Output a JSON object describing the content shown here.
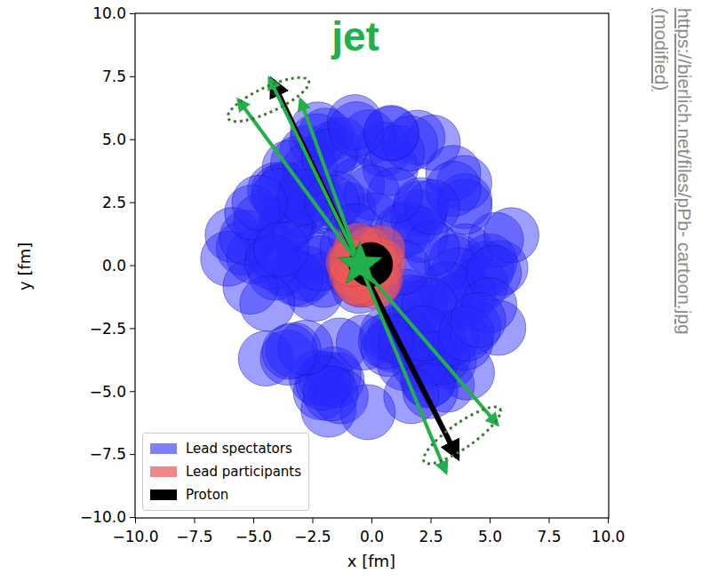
{
  "diagram": {
    "labels": [
      "jet",
      "10.0",
      "7.5",
      "5.0",
      "2.5",
      "0.0",
      "−2.5",
      "−5.0",
      "−7.5",
      "−10.0",
      "−10.0",
      "−7.5",
      "−5.0",
      "−2.5",
      "0.0",
      "2.5",
      "5.0",
      "7.5",
      "10.0",
      "x [fm]",
      "y [fm]",
      "https://bierlich.net/files/pPb- cartoon.jpg (modified)"
    ],
    "legend": [
      {
        "text": "Lead spectators",
        "color": "#7f7fff"
      },
      {
        "text": "Lead participants",
        "color": "#ee8888"
      },
      {
        "text": "Proton",
        "color": "#000000"
      }
    ]
  }
}
